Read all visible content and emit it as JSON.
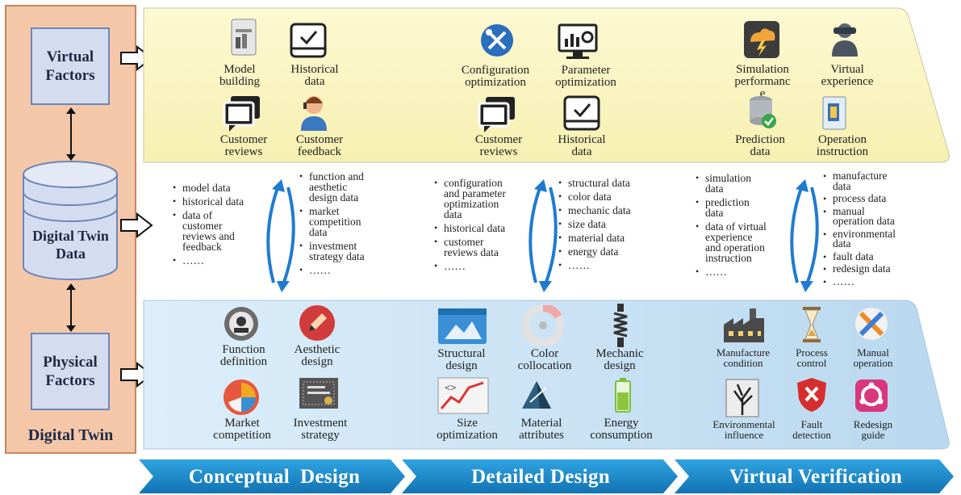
{
  "left_panel": {
    "virtual_factors": "Virtual\nFactors",
    "digital_twin_data": "Digital Twin\nData",
    "physical_factors": "Physical\nFactors",
    "digital_twin": "Digital Twin"
  },
  "top_band": {
    "conceptual": {
      "model_building": "Model\nbuilding",
      "historical_data": "Historical\ndata",
      "customer_reviews": "Customer\nreviews",
      "customer_feedback": "Customer\nfeedback"
    },
    "detailed": {
      "configuration_optimization": "Configuration\noptimization",
      "parameter_optimization": "Parameter\noptimization",
      "customer_reviews": "Customer\nreviews",
      "historical_data": "Historical\ndata"
    },
    "verification": {
      "simulation_performance": "Simulation\nperformanc\ne",
      "virtual_experience": "Virtual\nexperience",
      "prediction_data": "Prediction\ndata",
      "operation_instruction": "Operation\ninstruction"
    }
  },
  "middle_band": {
    "conceptual_left": [
      "model data",
      "historical data",
      "data of\ncustomer\nreviews and\nfeedback",
      "……"
    ],
    "conceptual_right": [
      "function and\naesthetic\ndesign data",
      "market\ncompetition\ndata",
      "investment\nstrategy data",
      "……"
    ],
    "detailed_left": [
      "configuration\nand parameter\noptimization\ndata",
      "historical data",
      "customer\nreviews data",
      "……"
    ],
    "detailed_right": [
      "structural data",
      "color data",
      "mechanic data",
      "size data",
      "material data",
      "energy data",
      "……"
    ],
    "verification_left": [
      "simulation\ndata",
      "prediction\ndata",
      "data of virtual\nexperience\nand operation\ninstruction",
      "……"
    ],
    "verification_right": [
      "manufacture\ndata",
      "process data",
      " manual\noperation data",
      " environmental\ndata",
      "fault data",
      "redesign data",
      "……"
    ]
  },
  "bottom_band": {
    "conceptual": {
      "function_definition": "Function\ndefinition",
      "aesthetic_design": "Aesthetic\ndesign",
      "market_competition": "Market\ncompetition",
      "investment_strategy": "Investment\nstrategy"
    },
    "detailed": {
      "structural_design": "Structural\ndesign",
      "color_collocation": "Color\ncollocation",
      "mechanic_design": "Mechanic\ndesign",
      "size_optimization": "Size\noptimization",
      "material_attributes": "Material\nattributes",
      "energy_consumption": "Energy\nconsumption"
    },
    "verification": {
      "manufacture_condition": "Manufacture\ncondition",
      "process_control": "Process\ncontrol",
      "manual_operation": "Manual\noperation",
      "environmental_influence": "Environmental\ninfluence",
      "fault_detection": "Fault\ndetection",
      "redesign_guide": "Redesign\nguide"
    }
  },
  "stages": [
    "Conceptual  Design",
    "Detailed Design",
    "Virtual Verification"
  ],
  "colors": {
    "left_panel": "#f4c7a9",
    "factor_box": "#d4ddef",
    "top_band": "#fbf6c3",
    "bottom_band": "#cfe6f5",
    "stage_chevron": "#1e8fcf",
    "cycle_arrow": "#1f7bd1"
  }
}
